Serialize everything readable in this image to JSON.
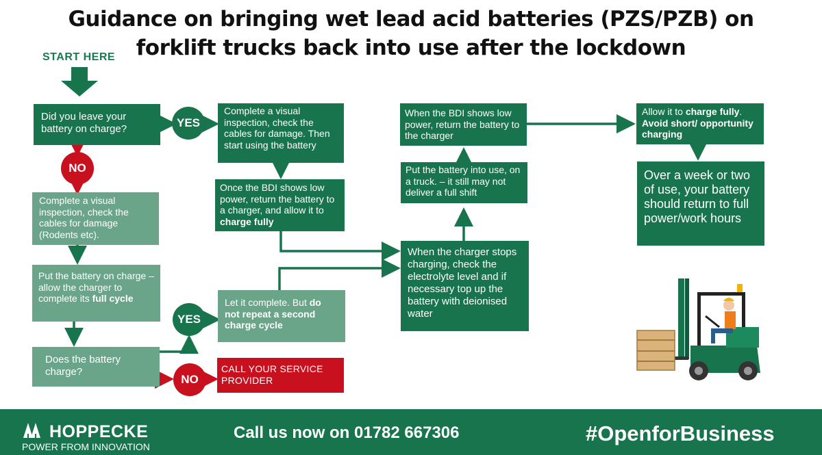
{
  "title": {
    "line1": "Guidance on bringing wet lead acid batteries (PZS/PZB) on",
    "line2": "forklift trucks back into use after the lockdown"
  },
  "start_label": "START HERE",
  "nodes": {
    "q_charge": "Did you leave your battery on charge?",
    "yes1": "YES",
    "no1": "NO",
    "visual_yes": "Complete a visual inspection, check the cables for damage. Then start using the battery",
    "bdi_low_pre": "Once the BDI shows low power, return the battery to a charger, and allow it to ",
    "bdi_low_bold": "charge fully",
    "visual_no": "Complete a visual inspection, check the cables for damage (Rodents etc).",
    "put_charge_pre": "Put the battery on charge – allow the charger to complete its ",
    "put_charge_bold": "full cycle",
    "q_does_charge": "Does the battery charge?",
    "yes2": "YES",
    "no2": "NO",
    "let_complete_pre": "Let it complete. But ",
    "let_complete_bold": "do not repeat a second charge cycle",
    "call_service": "CALL YOUR SERVICE PROVIDER",
    "charger_stops": "When the charger stops charging, check the electrolyte level and if necessary top up the battery with deionised water",
    "put_into_use": "Put the battery into use, on a truck. – it still may not deliver a full shift",
    "bdi_return": "When the BDI shows low power, return the battery to the charger",
    "allow_pre": "Allow it to ",
    "allow_bold1": "charge fully",
    "allow_mid": ".",
    "allow_bold2": "Avoid short/ opportunity charging",
    "over_week": "Over a week or two of use, your battery should return to full power/work hours"
  },
  "footer": {
    "logo_name": "HOPPECKE",
    "logo_tag": "POWER FROM INNOVATION",
    "phone": "Call us now on 01782 667306",
    "hashtag": "#OpenforBusiness"
  },
  "colors": {
    "dark_green": "#17744d",
    "light_green": "#6aa58a",
    "red": "#c8101e"
  }
}
